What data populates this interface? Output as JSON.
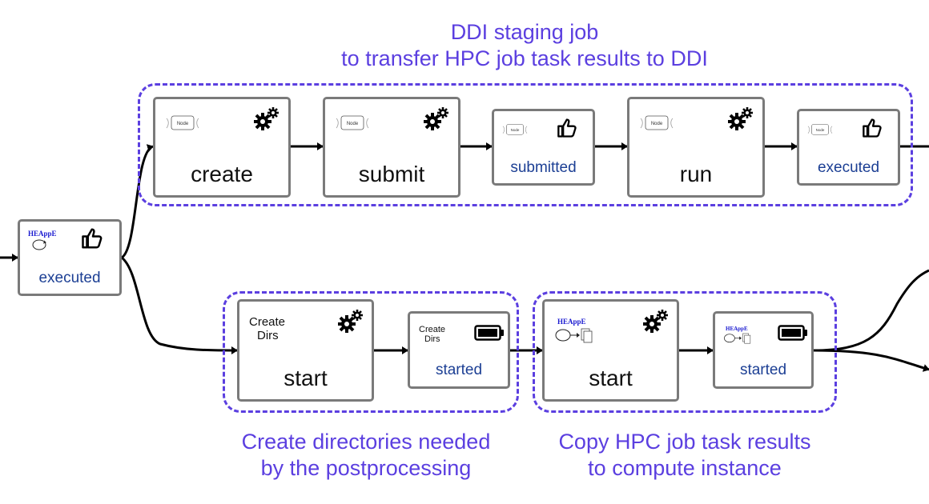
{
  "captions": {
    "ddi_title_line1": "DDI staging job",
    "ddi_title_line2": "to transfer HPC job task results to DDI",
    "dirs_line1": "Create directories needed",
    "dirs_line2": "by the postprocessing",
    "copy_line1": "Copy HPC job task results",
    "copy_line2": "to compute instance"
  },
  "nodes": {
    "heappe_executed": {
      "state": "executed",
      "icon_text": "HEAppE",
      "status_icon": "thumbs-up-icon"
    },
    "ddi_create": {
      "operation": "create",
      "icon_text": "Node",
      "status_icon": "gears-icon"
    },
    "ddi_submit": {
      "operation": "submit",
      "icon_text": "Node",
      "status_icon": "gears-icon"
    },
    "ddi_submitted": {
      "state": "submitted",
      "icon_text": "Node",
      "status_icon": "thumbs-up-icon"
    },
    "ddi_run": {
      "operation": "run",
      "icon_text": "Node",
      "status_icon": "gears-icon"
    },
    "ddi_executed": {
      "state": "executed",
      "icon_text": "Node",
      "status_icon": "thumbs-up-icon"
    },
    "dirs_start": {
      "operation": "start",
      "icon_text_line1": "Create",
      "icon_text_line2": "Dirs",
      "status_icon": "gears-icon"
    },
    "dirs_started": {
      "state": "started",
      "icon_text_line1": "Create",
      "icon_text_line2": "Dirs",
      "status_icon": "battery-full-icon"
    },
    "copy_start": {
      "operation": "start",
      "icon_text": "HEAppE",
      "status_icon": "gears-icon"
    },
    "copy_started": {
      "state": "started",
      "icon_text": "HEAppE",
      "status_icon": "battery-full-icon"
    }
  },
  "colors": {
    "group_border": "#5b3fe0",
    "node_border": "#7a7a7a",
    "state_text": "#1c3f94",
    "heappe_text": "#1a1ad0"
  }
}
